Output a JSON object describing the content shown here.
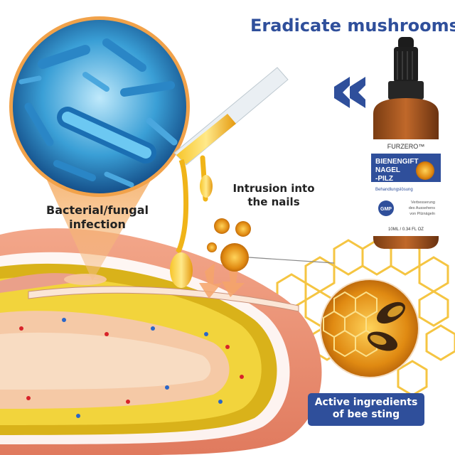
{
  "headline": "Eradicate mushrooms",
  "labels": {
    "infection_line1": "Bacterial/fungal",
    "infection_line2": "infection",
    "intrusion_line1": "Intrusion into",
    "intrusion_line2": "the nails"
  },
  "badge": {
    "line1": "Active ingredients",
    "line2": "of bee sting"
  },
  "product": {
    "brand": "FURZERO™",
    "name_line1": "BIENENGIFT",
    "name_line2": "NAGEL",
    "name_line3": "-PILZ",
    "subtitle": "Behandlungslösung",
    "seal": "GMP",
    "desc_line1": "Verbesserung",
    "desc_line2": "des Aussehens",
    "desc_line3": "von Pilznägeln",
    "volume": "10ML / 0.34 FL OZ"
  },
  "colors": {
    "headline": "#2f4f9b",
    "badge_bg": "#2f4f9b",
    "arrow": "#2f4f9b",
    "oil": "#f0b418",
    "honeycomb": "#f5c542"
  },
  "icons": [
    "double-chevron-left-icon",
    "gmp-seal-icon"
  ]
}
